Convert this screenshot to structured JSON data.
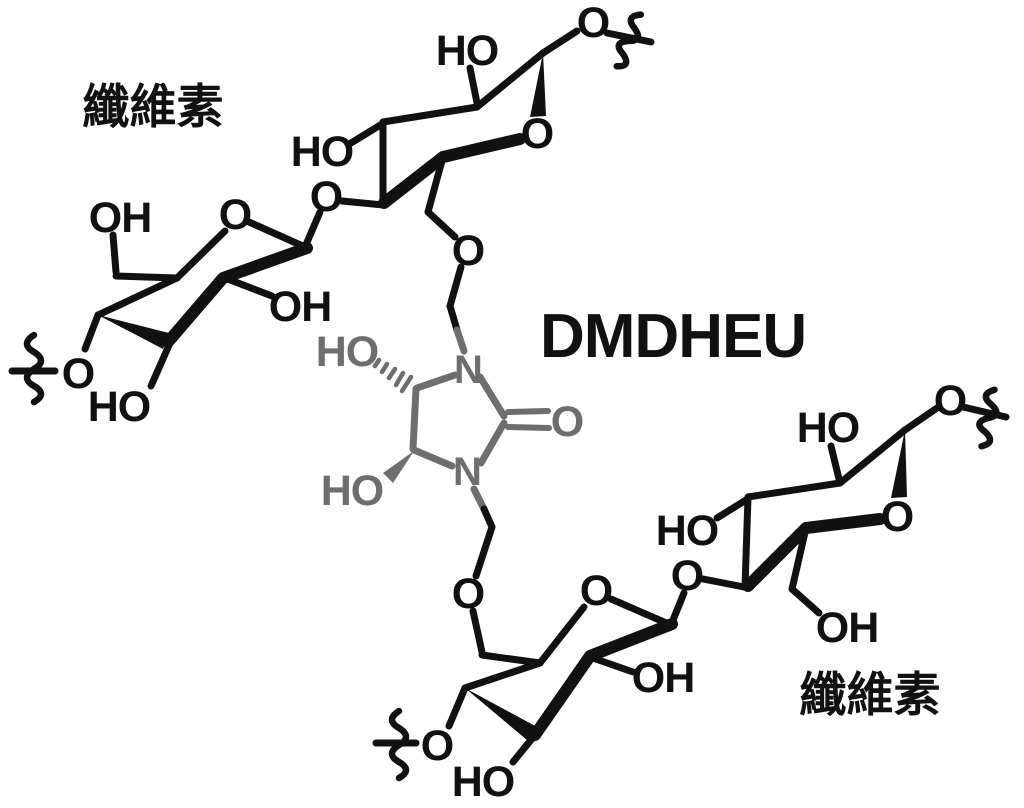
{
  "figure": {
    "title": "DMDHEU",
    "cellulose_label_top": "纖維素",
    "cellulose_label_bottom": "纖維素"
  },
  "atoms": {
    "oxygen": "O",
    "nitrogen": "N",
    "hydroxyl": "OH",
    "hydroxyl_rev": "HO"
  },
  "colors": {
    "cellulose_bond": "#111111",
    "dmdheu_gray": "#6e6e6e",
    "background": "#ffffff"
  }
}
